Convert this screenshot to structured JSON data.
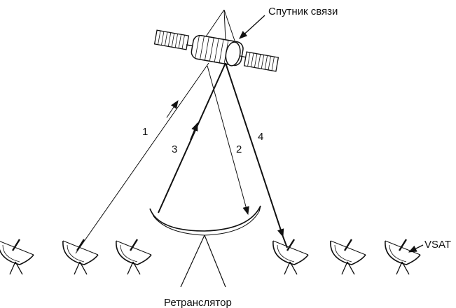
{
  "labels": {
    "satellite": "Спутник связи",
    "relay": "Ретранслятор",
    "vsat": "VSAT"
  },
  "links": [
    {
      "id": "1",
      "label": "1"
    },
    {
      "id": "2",
      "label": "2"
    },
    {
      "id": "3",
      "label": "3"
    },
    {
      "id": "4",
      "label": "4"
    }
  ],
  "colors": {
    "line": "#111111",
    "background": "#ffffff"
  },
  "icons": [
    "satellite-icon",
    "dish-antenna-icon",
    "relay-dish-icon"
  ]
}
